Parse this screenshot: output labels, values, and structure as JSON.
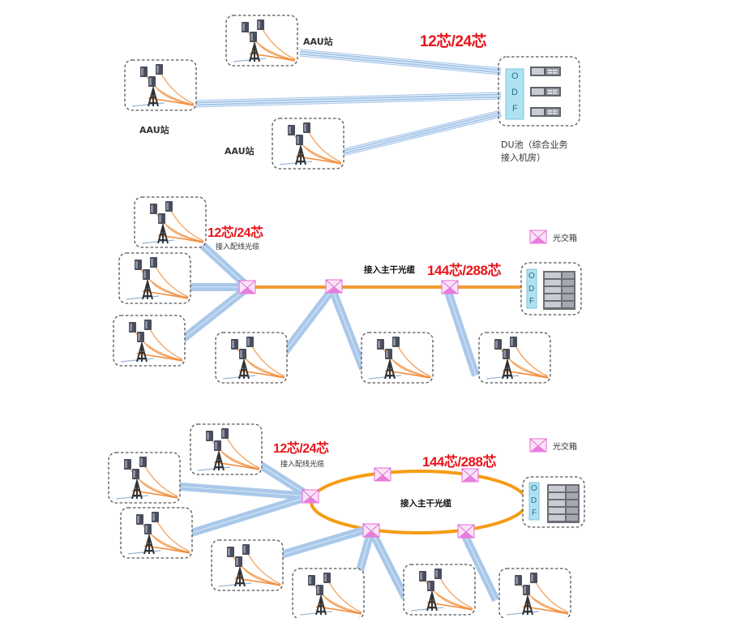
{
  "colors": {
    "fiber_bundle": "#a9c8ea",
    "fiber_line": "#ffffff",
    "trunk": "#f39a33",
    "ring": "#f59c14",
    "cross_box_fill": "#f7c7f0",
    "cross_box_accent": "#e56ad9",
    "odf_fill": "#aee2f2",
    "label_red": "#e8141b",
    "dash": "#555555"
  },
  "diagram1": {
    "core_label": "12芯/24芯",
    "aau_labels": [
      "AAU站",
      "AAU站",
      "AAU站"
    ],
    "du_pool_line1": "DU池（综合业务",
    "du_pool_line2": "接入机房）",
    "odf_letters": [
      "O",
      "D",
      "F"
    ]
  },
  "diagram2": {
    "distribution_core_label": "12芯/24芯",
    "distribution_cable_label": "接入配线光缆",
    "trunk_cable_label": "接入主干光缆",
    "trunk_core_label": "144芯/288芯",
    "legend_label": "光交箱",
    "odf_letters": [
      "O",
      "D",
      "F"
    ]
  },
  "diagram3": {
    "distribution_core_label": "12芯/24芯",
    "distribution_cable_label": "接入配线光缆",
    "trunk_cable_label": "接入主干光缆",
    "trunk_core_label": "144芯/288芯",
    "legend_label": "光交箱",
    "odf_letters": [
      "O",
      "D",
      "F"
    ]
  },
  "icons": [
    "cell-tower-icon",
    "aau-antenna-icon",
    "optical-cross-connect-box-icon",
    "odf-rack-icon",
    "server-icon"
  ]
}
